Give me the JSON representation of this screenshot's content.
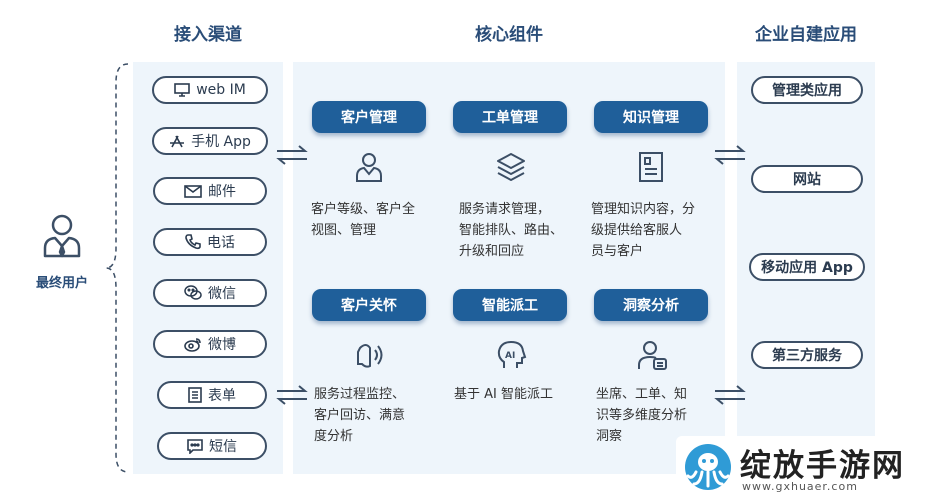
{
  "titles": {
    "channels": "接入渠道",
    "core": "核心组件",
    "enterprise": "企业自建应用"
  },
  "user": {
    "label": "最终用户",
    "icon": "user-icon"
  },
  "channels": [
    {
      "label": "web IM",
      "icon": "monitor-icon"
    },
    {
      "label": "手机 App",
      "icon": "app-store-icon"
    },
    {
      "label": "邮件",
      "icon": "mail-icon"
    },
    {
      "label": "电话",
      "icon": "phone-icon"
    },
    {
      "label": "微信",
      "icon": "wechat-icon"
    },
    {
      "label": "微博",
      "icon": "weibo-icon"
    },
    {
      "label": "表单",
      "icon": "form-icon"
    },
    {
      "label": "短信",
      "icon": "sms-icon"
    }
  ],
  "modules": [
    {
      "title": "客户管理",
      "icon": "customer-icon",
      "desc": [
        "客户等级、客户全",
        "视图、管理"
      ]
    },
    {
      "title": "工单管理",
      "icon": "layers-icon",
      "desc": [
        "服务请求管理，",
        "智能排队、路由、",
        "升级和回应"
      ]
    },
    {
      "title": "知识管理",
      "icon": "document-icon",
      "desc": [
        "管理知识内容，分",
        "级提供给客服人",
        "员与客户"
      ]
    },
    {
      "title": "客户关怀",
      "icon": "speaker-icon",
      "desc": [
        "服务过程监控、",
        "客户回访、满意",
        "度分析"
      ]
    },
    {
      "title": "智能派工",
      "icon": "ai-head-icon",
      "desc": [
        "基于 AI 智能派工"
      ]
    },
    {
      "title": "洞察分析",
      "icon": "insight-user-icon",
      "desc": [
        "坐席、工单、知",
        "识等多维度分析",
        "洞察"
      ]
    }
  ],
  "apps": [
    {
      "label": "管理类应用"
    },
    {
      "label": "网站"
    },
    {
      "label": "移动应用 App"
    },
    {
      "label": "第三方服务"
    }
  ],
  "watermark": {
    "text": "绽放手游网",
    "url": "www.gxhuaer.com",
    "icon": "octopus-logo-icon"
  },
  "colors": {
    "accent": "#1f5f9a",
    "panel": "#eef5fb",
    "title": "#2a4d78",
    "outline": "#3c4f66"
  }
}
